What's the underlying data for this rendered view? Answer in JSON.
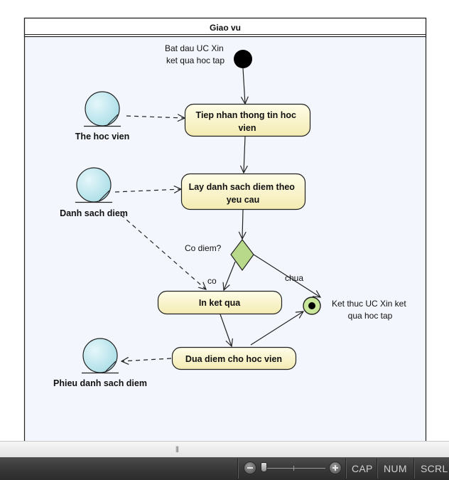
{
  "diagram": {
    "swimlane_title": "Giao vu",
    "start_label": [
      "Bat dau UC Xin",
      "ket qua hoc tap"
    ],
    "end_label": [
      "Ket thuc UC Xin ket",
      "qua hoc tap"
    ],
    "actions": [
      {
        "id": "a1",
        "lines": [
          "Tiep nhan thong tin hoc",
          "vien"
        ]
      },
      {
        "id": "a2",
        "lines": [
          "Lay danh sach diem theo",
          "yeu cau"
        ]
      },
      {
        "id": "a3",
        "lines": [
          "In ket qua"
        ]
      },
      {
        "id": "a4",
        "lines": [
          "Dua diem cho hoc vien"
        ]
      }
    ],
    "entities": [
      {
        "id": "e1",
        "label": "The hoc vien"
      },
      {
        "id": "e2",
        "label": "Danh sach diem"
      },
      {
        "id": "e3",
        "label": "Phieu danh sach diem"
      }
    ],
    "decision_label": "Co diem?",
    "guard_yes": "co",
    "guard_no": "chua"
  },
  "status_bar": {
    "cap": "CAP",
    "num": "NUM",
    "scrl": "SCRL",
    "zoom_out_icon": "zoom-out-icon",
    "zoom_in_icon": "zoom-in-icon"
  },
  "colors": {
    "action_fill_top": "#fefde8",
    "action_fill_bottom": "#f4ebb2",
    "entity_fill": "#b9e7ef",
    "decision_fill": "#b9d98a",
    "end_fill": "#c9e79a",
    "lane_bg": "#f3f6fc"
  }
}
